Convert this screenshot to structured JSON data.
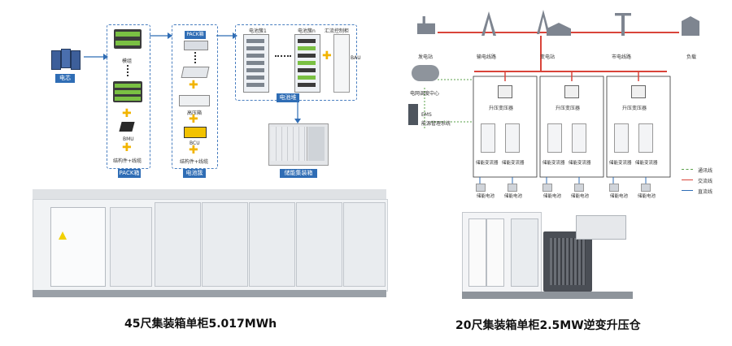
{
  "flow": {
    "cell": "电芯",
    "module": "模组",
    "bmu": "BMU",
    "struct1": "结构件+线缆",
    "pack": "PACK箱",
    "pack_top": "PACK箱",
    "hv_box": "高压箱",
    "bcu": "BCU",
    "struct2": "结构件+线缆",
    "cluster": "电池簇",
    "cluster1": "电池簇1",
    "cluster_n": "电池簇n",
    "combiner": "汇流控制柜",
    "bau": "BAU",
    "pile": "电池堆",
    "container": "储能集装箱"
  },
  "grid": {
    "power_plant": "发电站",
    "transmission": "输电线路",
    "substation": "变电站",
    "city_line": "市电线路",
    "load": "负载",
    "dispatch": "电网调度中心",
    "ems": "EMS",
    "ems_sub": "能源管理系统",
    "step_up": "升压变压器",
    "pcs": "储能变流器",
    "battery": "储能电池"
  },
  "legend": {
    "comm": "通讯线",
    "ac": "交流线",
    "dc": "直流线",
    "comm_color": "#5aa04a",
    "ac_color": "#d9443a",
    "dc_color": "#2f6db5"
  },
  "captions": {
    "left": "45尺集装箱单柜5.017MWh",
    "right": "20尺集装箱单柜2.5MW逆变升压仓"
  }
}
